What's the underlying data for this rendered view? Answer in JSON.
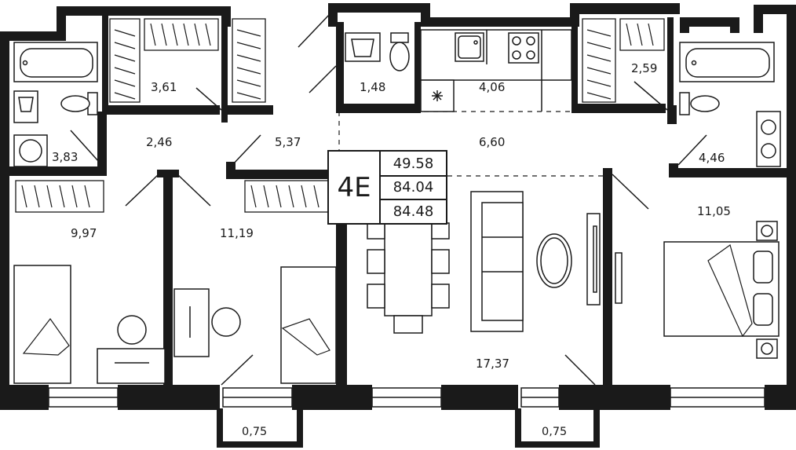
{
  "apartment": {
    "type_code": "4E",
    "living_area": "49.58",
    "total_area": "84.04",
    "total_area_with_balconies": "84.48"
  },
  "rooms": {
    "bathroom_left": "3,83",
    "wardrobe_left": "3,61",
    "hall_left": "2,46",
    "hall_center": "5,37",
    "toilet": "1,48",
    "kitchen": "4,06",
    "hall_main": "6,60",
    "wardrobe_right": "2,59",
    "bathroom_right": "4,46",
    "bedroom_1": "9,97",
    "bedroom_2": "11,19",
    "living_room": "17,37",
    "master_bedroom": "11,05",
    "balcony_left": "0,75",
    "balcony_right": "0,75"
  },
  "colors": {
    "wall": "#1a1a1a",
    "background": "#ffffff"
  }
}
